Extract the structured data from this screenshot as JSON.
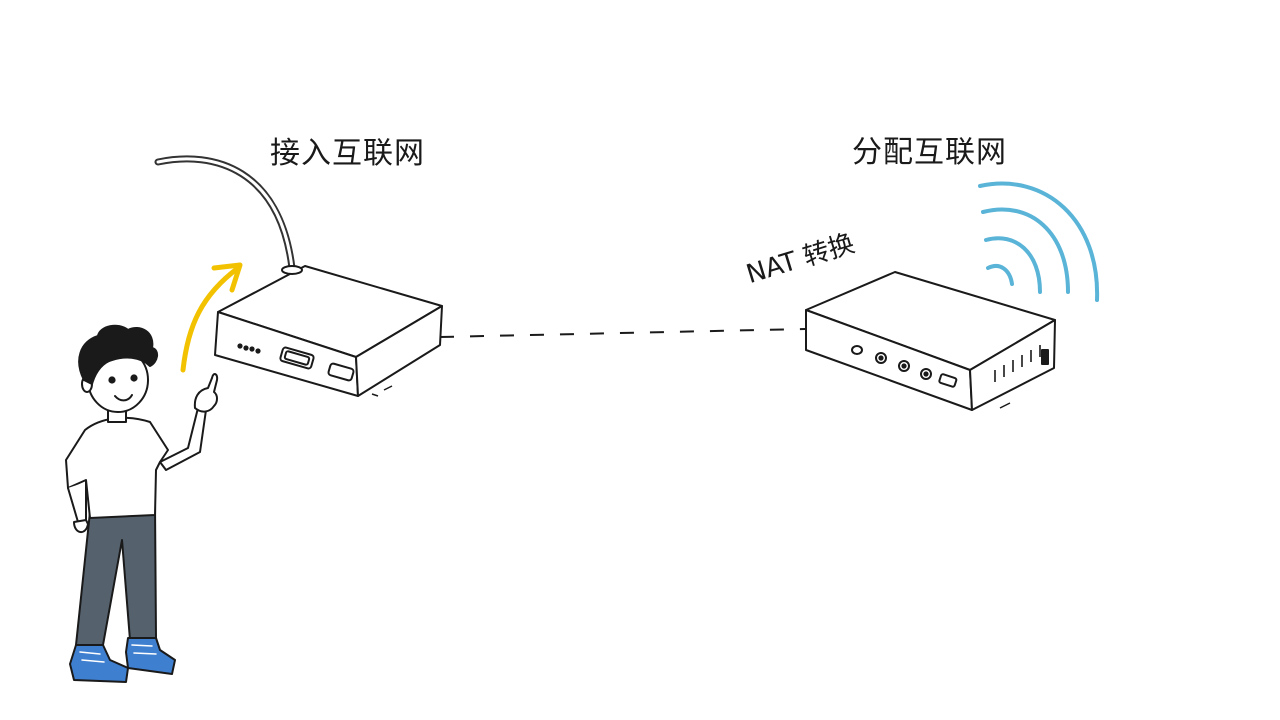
{
  "labels": {
    "left_router": "接入互联网",
    "right_router": "分配互联网",
    "link": "NAT 转换"
  },
  "colors": {
    "ink": "#1a1a1a",
    "arrow": "#f2c200",
    "wifi": "#5ab4d8",
    "pants": "#55626e",
    "shoes": "#3f7fd0"
  },
  "icons": {
    "left_device": "modem-icon",
    "right_device": "router-icon",
    "signal": "wifi-icon",
    "pointer": "arrow-icon"
  }
}
